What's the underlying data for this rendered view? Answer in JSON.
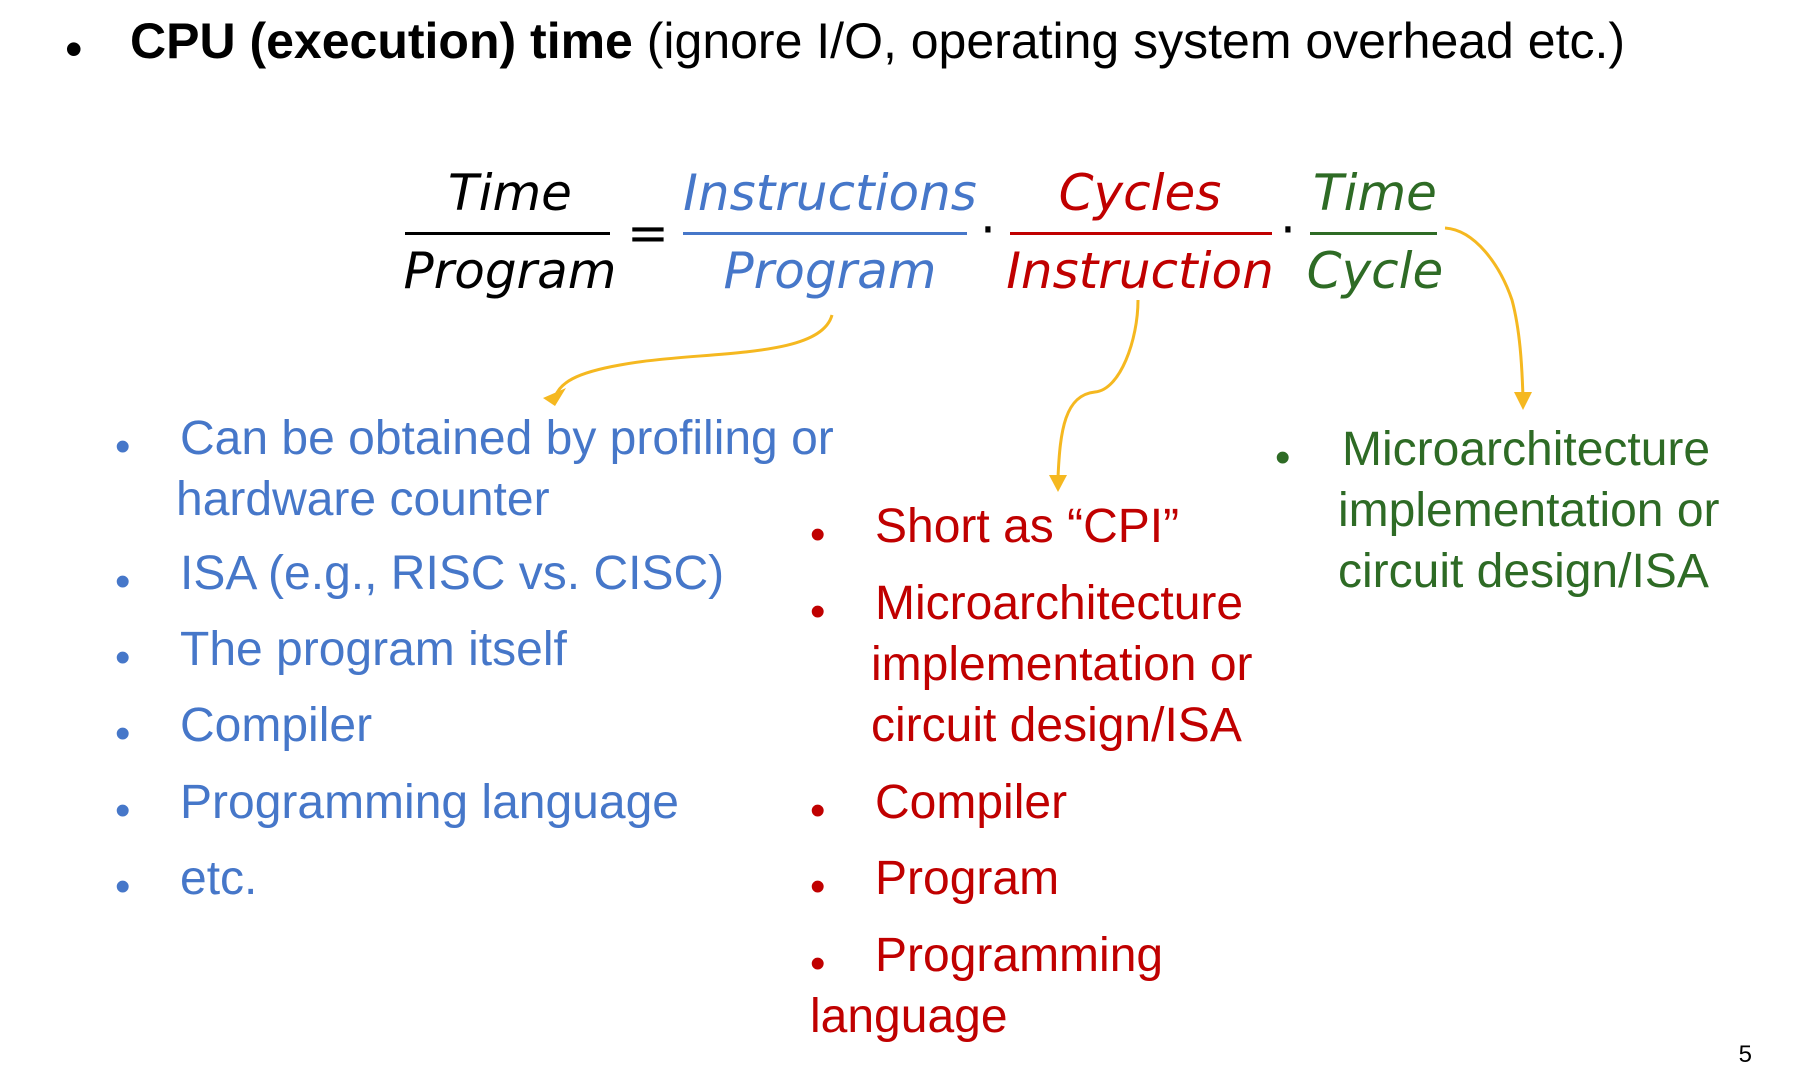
{
  "heading": {
    "bullet": "•",
    "bold": "CPU (execution) time",
    "rest": " (ignore I/O, operating system overhead etc.)"
  },
  "formula": {
    "lhs": {
      "num": "Time",
      "den": "Program"
    },
    "equals": "=",
    "dot": "·",
    "term1": {
      "num": "Instructions",
      "den": "Program",
      "color": "#4677c9"
    },
    "term2": {
      "num": "Cycles",
      "den": "Instruction",
      "color": "#c00000"
    },
    "term3": {
      "num": "Time",
      "den": "Cycle",
      "color": "#2e6b25"
    }
  },
  "arrow_color": "#f5b820",
  "blue_list": {
    "color": "#4677c9",
    "items": [
      "Can be obtained by profiling or",
      "hardware counter",
      "ISA (e.g., RISC vs. CISC)",
      "The program itself",
      "Compiler",
      "Programming language",
      "etc."
    ]
  },
  "red_list": {
    "color": "#c00000",
    "items": [
      "Short as “CPI”",
      "Microarchitecture",
      "implementation or",
      "circuit design/ISA",
      "Compiler",
      "Program",
      "Programming",
      "language"
    ]
  },
  "green_list": {
    "color": "#2e6b25",
    "items": [
      "Microarchitecture",
      "implementation or",
      "circuit design/ISA"
    ]
  },
  "bullet": "•",
  "page_number": "5"
}
